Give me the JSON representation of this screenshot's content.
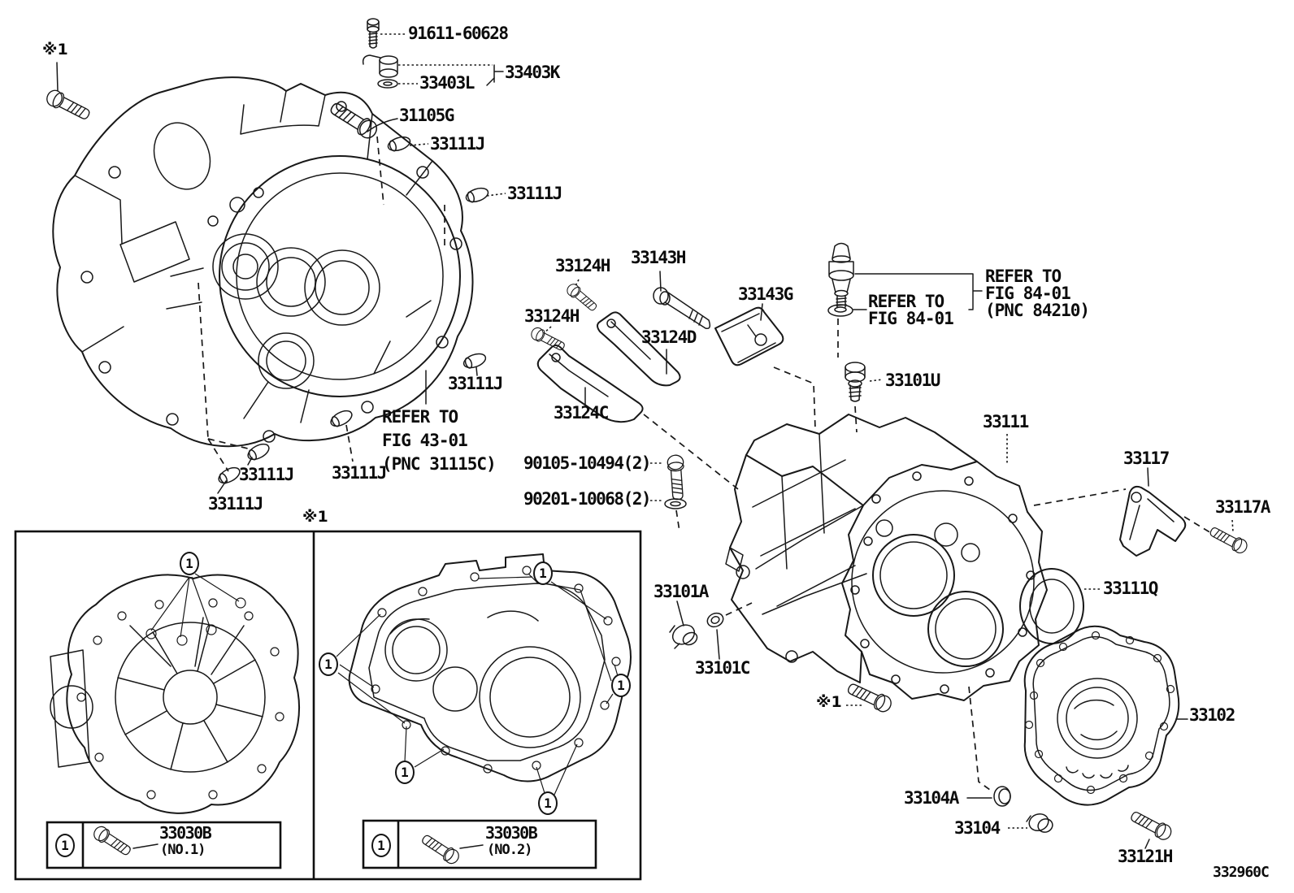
{
  "diagram_code": "332960C",
  "ref_mark": "※1",
  "callout_number": "1",
  "parts": {
    "p91611_60628": "91611-60628",
    "p33403K": "33403K",
    "p33403L": "33403L",
    "p31105G": "31105G",
    "p33111J": "33111J",
    "p33124H": "33124H",
    "p33143H": "33143H",
    "p33143G": "33143G",
    "p33124D": "33124D",
    "p33124C": "33124C",
    "p90105_10494": "90105-10494(2)",
    "p90201_10068": "90201-10068(2)",
    "p33101U": "33101U",
    "p33111": "33111",
    "p33117": "33117",
    "p33117A": "33117A",
    "p33111Q": "33111Q",
    "p33102": "33102",
    "p33104A": "33104A",
    "p33104": "33104",
    "p33121H": "33121H",
    "p33101A": "33101A",
    "p33101C": "33101C",
    "p33030B": "33030B"
  },
  "notes": {
    "refer_to": "REFER TO",
    "fig_84_01": "FIG 84-01",
    "pnc_84210": "(PNC 84210)",
    "fig_43_01": "FIG 43-01",
    "pnc_31115c": "(PNC 31115C)",
    "legend_no1": "(NO.1)",
    "legend_no2": "(NO.2)"
  }
}
